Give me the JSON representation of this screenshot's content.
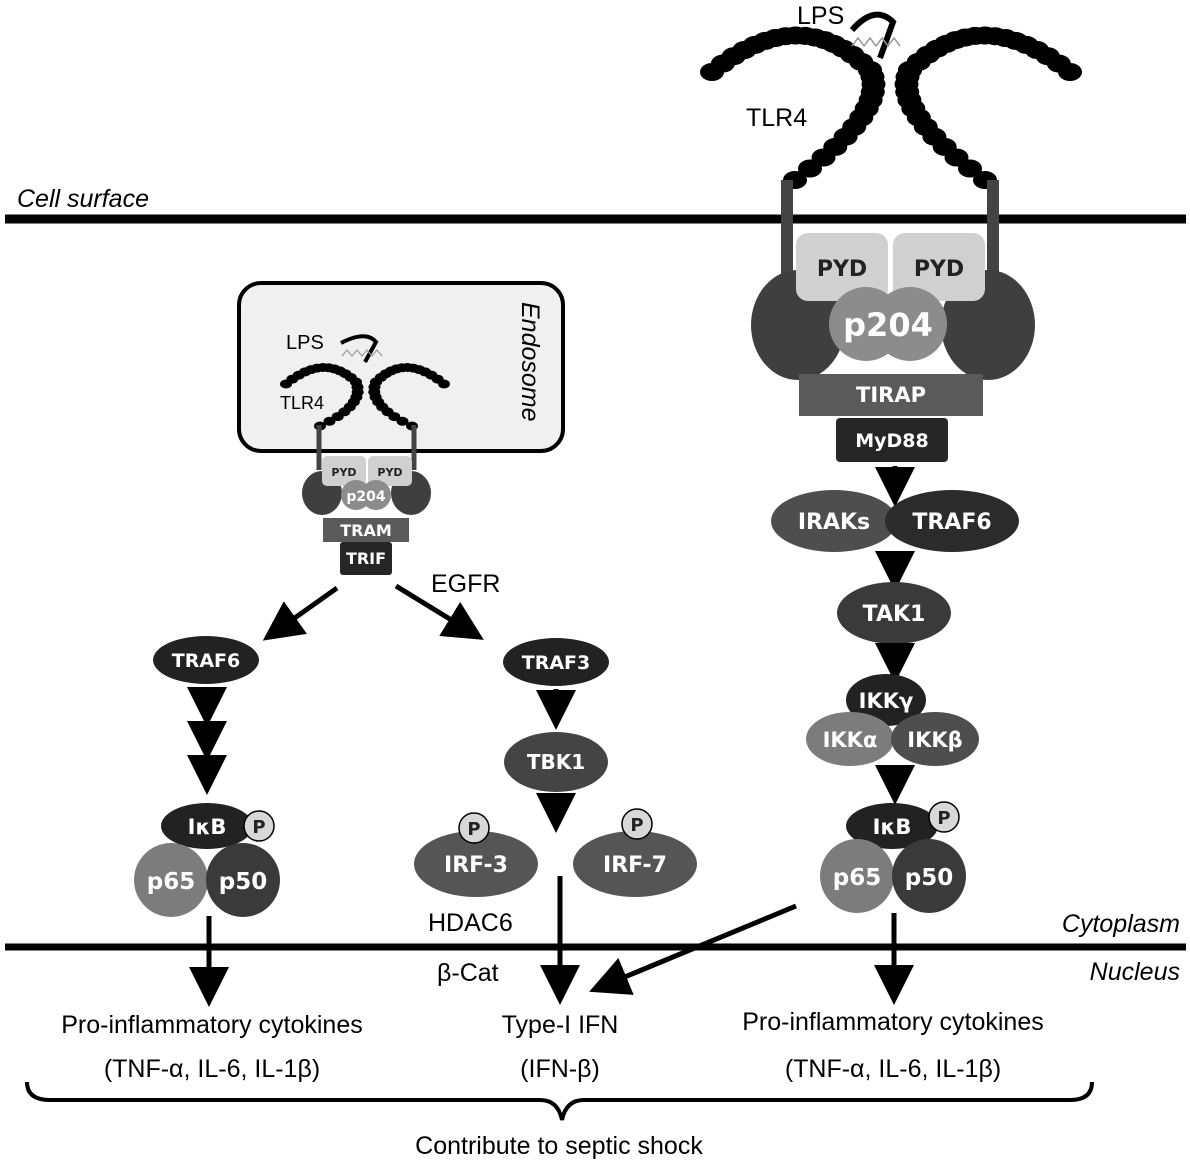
{
  "regions": {
    "cell_surface": "Cell surface",
    "cytoplasm": "Cytoplasm",
    "nucleus": "Nucleus",
    "endosome": "Endosome"
  },
  "surface_pathway": {
    "ligand": "LPS",
    "receptor": "TLR4",
    "pyd_left": "PYD",
    "pyd_right": "PYD",
    "p204": "p204",
    "tirap": "TIRAP",
    "myd88": "MyD88",
    "irak": "IRAKs",
    "traf6": "TRAF6",
    "tak1": "TAK1",
    "ikk_gamma": "IKKγ",
    "ikk_alpha": "IKKα",
    "ikk_beta": "IKKβ",
    "ikb": "IκB",
    "phospho": "P",
    "p65": "p65",
    "p50": "p50"
  },
  "endosome_pathway": {
    "ligand": "LPS",
    "receptor": "TLR4",
    "pyd_left": "PYD",
    "pyd_right": "PYD",
    "p204": "p204",
    "tram": "TRAM",
    "trif": "TRIF",
    "egfr": "EGFR",
    "traf6": "TRAF6",
    "traf3": "TRAF3",
    "tbk1": "TBK1",
    "irf3": "IRF-3",
    "irf7": "IRF-7",
    "phospho": "P",
    "ikb": "IκB",
    "p65": "p65",
    "p50": "p50",
    "hdac6": "HDAC6",
    "beta_cat": "β-Cat"
  },
  "outputs": {
    "left_title": "Pro-inflammatory cytokines",
    "left_sub": "(TNF-α, IL-6, IL-1β)",
    "middle_title": "Type-I IFN",
    "middle_sub": "(IFN-β)",
    "right_title": "Pro-inflammatory cytokines",
    "right_sub": "(TNF-α, IL-6, IL-1β)",
    "summary": "Contribute to septic shock"
  },
  "colors": {
    "membrane": "#000000",
    "endosome_fill": "#f0f0f0",
    "pyd": "#d0d0d0",
    "p204": "#8c8c8c",
    "anchor": "#3f3f3f",
    "tirap": "#5a5a5a",
    "myd88": "#262626",
    "dark_node": "#2b2b2b",
    "mid_node": "#4e4e4e",
    "light_node": "#7c7c7c"
  }
}
